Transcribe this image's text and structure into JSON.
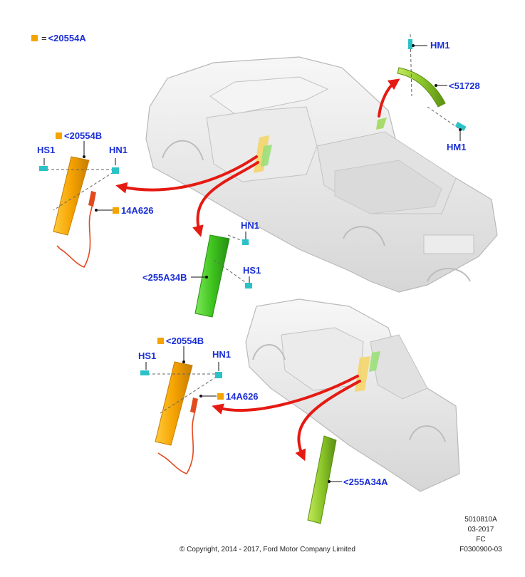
{
  "legend": {
    "symbol": "=",
    "ref": "<20554A"
  },
  "callouts": {
    "hm1_top": "HM1",
    "p51728": "<51728",
    "hm1_bottom": "HM1",
    "p20554b_upper": "<20554B",
    "hs1_upper_left": "HS1",
    "hn1_upper_left": "HN1",
    "p14a626_upper": "14A626",
    "hn1_mid": "HN1",
    "hs1_mid": "HS1",
    "p255a34b": "<255A34B",
    "p20554b_lower": "<20554B",
    "hs1_lower_left": "HS1",
    "hn1_lower_left": "HN1",
    "p14a626_lower": "14A626",
    "p255a34a": "<255A34A"
  },
  "footer": {
    "copyright": "© Copyright, 2014 - 2017, Ford Motor Company Limited",
    "code1": "5010810A",
    "date": "03-2017",
    "fc": "FC",
    "code2": "F0300900-03"
  },
  "colors": {
    "callout_text": "#1a2fd6",
    "amber_part": "#f5a300",
    "green_part": "#52c932",
    "olive_part": "#8cc62a",
    "red_arrow": "#e51a12",
    "fastener": "#2bc2c7",
    "truck_body": "#e8e8e8"
  }
}
